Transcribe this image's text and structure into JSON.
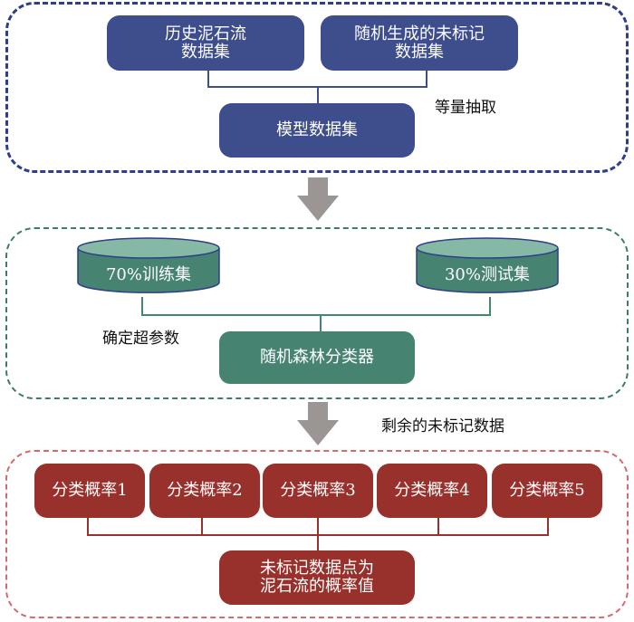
{
  "stage1": {
    "source_boxes": [
      {
        "line1": "历史泥石流",
        "line2": "数据集"
      },
      {
        "line1": "随机生成的未标记",
        "line2": "数据集"
      }
    ],
    "merge_label": "等量抽取",
    "result_box": "模型数据集"
  },
  "stage2": {
    "datasets": [
      {
        "label": "70%训练集"
      },
      {
        "label": "30%测试集"
      }
    ],
    "param_label": "确定超参数",
    "classifier_box": "随机森林分类器"
  },
  "transition_label": "剩余的未标记数据",
  "stage3": {
    "probabilities": [
      {
        "label": "分类概率1"
      },
      {
        "label": "分类概率2"
      },
      {
        "label": "分类概率3"
      },
      {
        "label": "分类概率4"
      },
      {
        "label": "分类概率5"
      }
    ],
    "result_box": {
      "line1": "未标记数据点为",
      "line2": "泥石流的概率值"
    }
  },
  "colors": {
    "stage1": "#3e4d8c",
    "stage2": "#478371",
    "stage3": "#98302b",
    "arrow": "#9b9593"
  }
}
